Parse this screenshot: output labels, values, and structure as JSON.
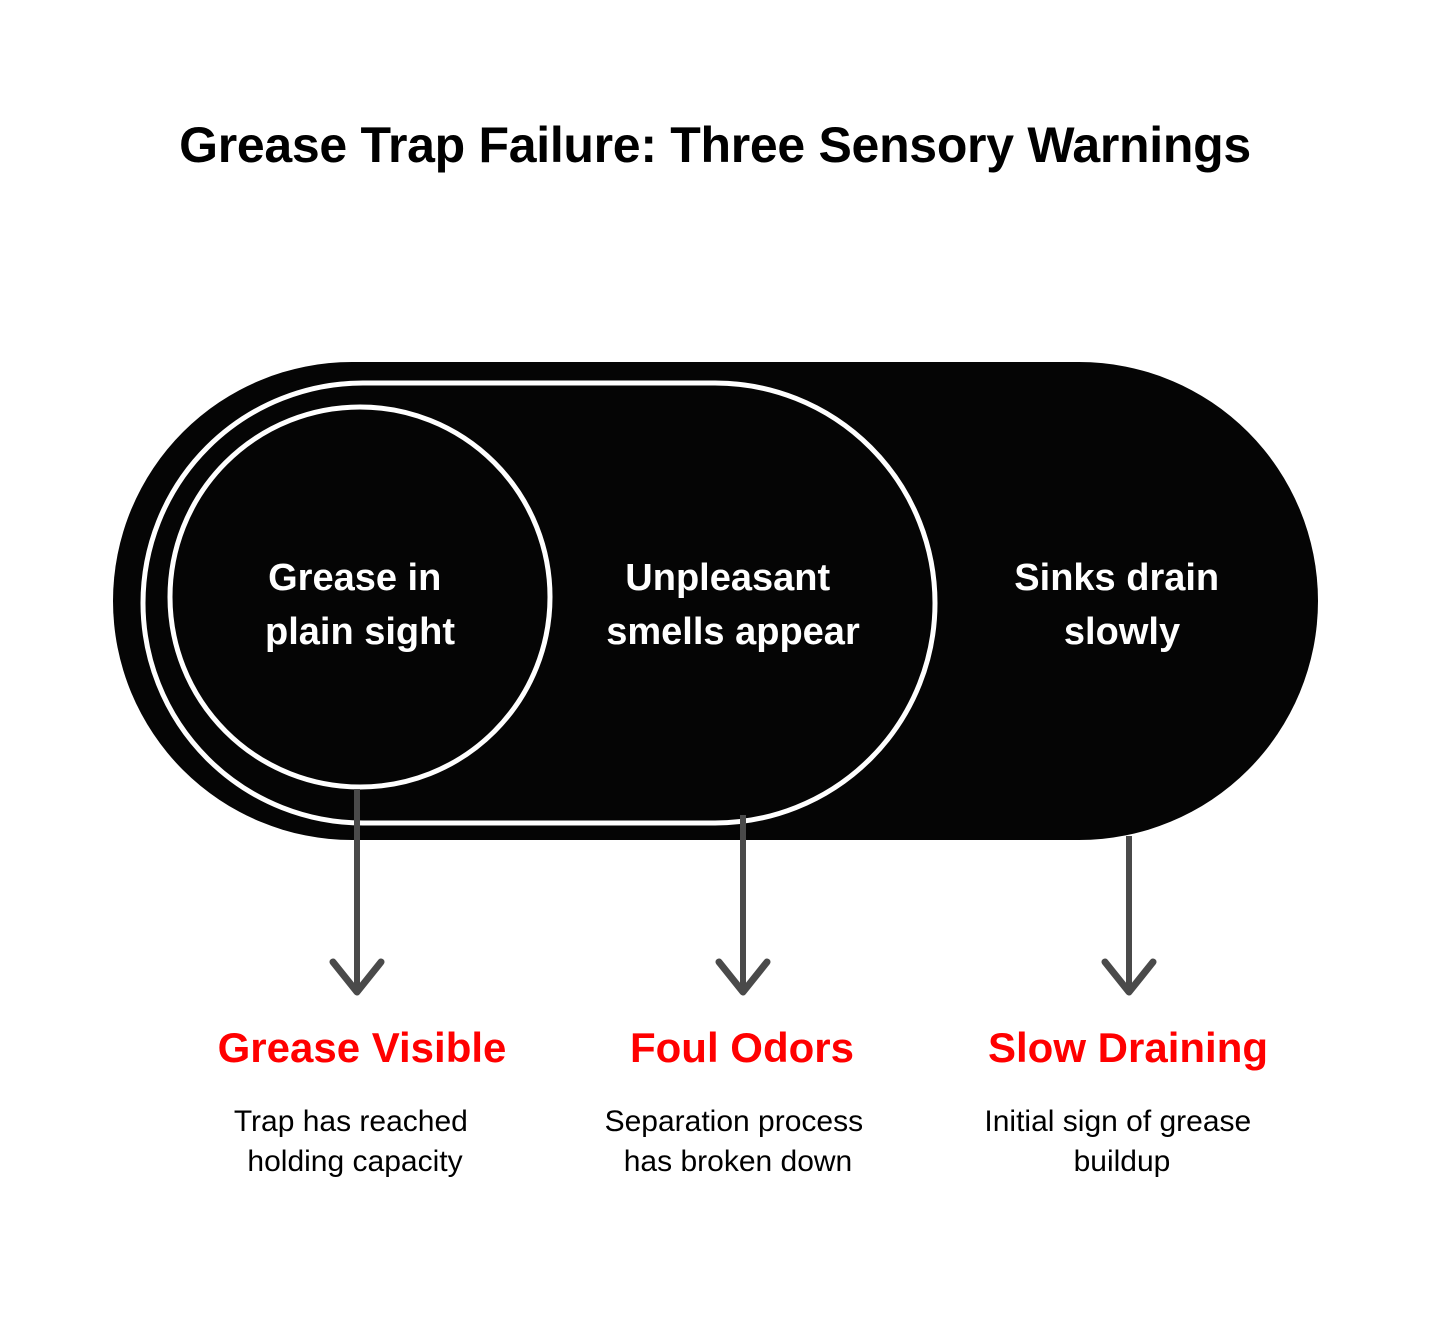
{
  "title": "Grease Trap Failure: Three Sensory Warnings",
  "colors": {
    "shape_fill": "#050505",
    "shape_outline": "#ffffff",
    "accent_red": "#ff0000",
    "arrow_gray": "#4a4a4a",
    "background": "#ffffff",
    "body_text": "#000000"
  },
  "diagram": {
    "type": "nested-stages",
    "stages": [
      {
        "label_line1": "Grease in",
        "label_line2": "plain sight",
        "shape": "circle"
      },
      {
        "label_line1": "Unpleasant",
        "label_line2": "smells appear",
        "shape": "pill-outline"
      },
      {
        "label_line1": "Sinks drain",
        "label_line2": "slowly",
        "shape": "pill-filled"
      }
    ]
  },
  "callouts": [
    {
      "title": "Grease Visible",
      "desc_line1": "Trap has reached",
      "desc_line2": "holding capacity"
    },
    {
      "title": "Foul Odors",
      "desc_line1": "Separation process",
      "desc_line2": "has broken down"
    },
    {
      "title": "Slow Draining",
      "desc_line1": "Initial sign of grease",
      "desc_line2": "buildup"
    }
  ]
}
